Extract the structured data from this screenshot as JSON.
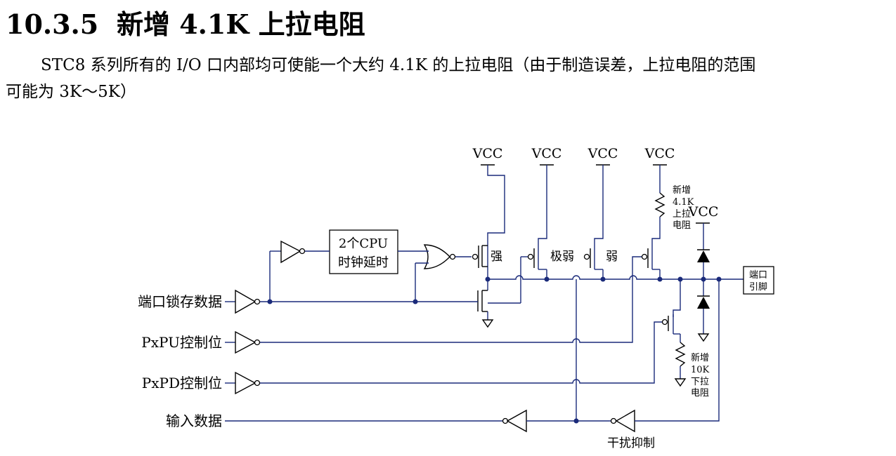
{
  "heading": {
    "number": "10.3.5",
    "title": "新增 4.1K 上拉电阻"
  },
  "paragraph": {
    "line1": "STC8 系列所有的 I/O 口内部均可使能一个大约 4.1K 的上拉电阻（由于制造误差，上拉电阻的范围",
    "line2": "可能为 3K～5K）"
  },
  "diagram": {
    "vcc_label": "VCC",
    "delay_box": [
      "2个CPU",
      "时钟延时"
    ],
    "transistor_labels": {
      "strong": "强",
      "extra_weak": "极弱",
      "weak": "弱"
    },
    "pullup_4k1": [
      "新增",
      "4.1K",
      "上拉",
      "电阻"
    ],
    "pulldown_10k": [
      "新增",
      "10K",
      "下拉",
      "电阻"
    ],
    "port_pin": [
      "端口",
      "引脚"
    ],
    "inputs": {
      "latch": "端口锁存数据",
      "pxpu": "PxPU控制位",
      "pxpd": "PxPD控制位",
      "input_data": "输入数据"
    },
    "interference": "干扰抑制"
  }
}
